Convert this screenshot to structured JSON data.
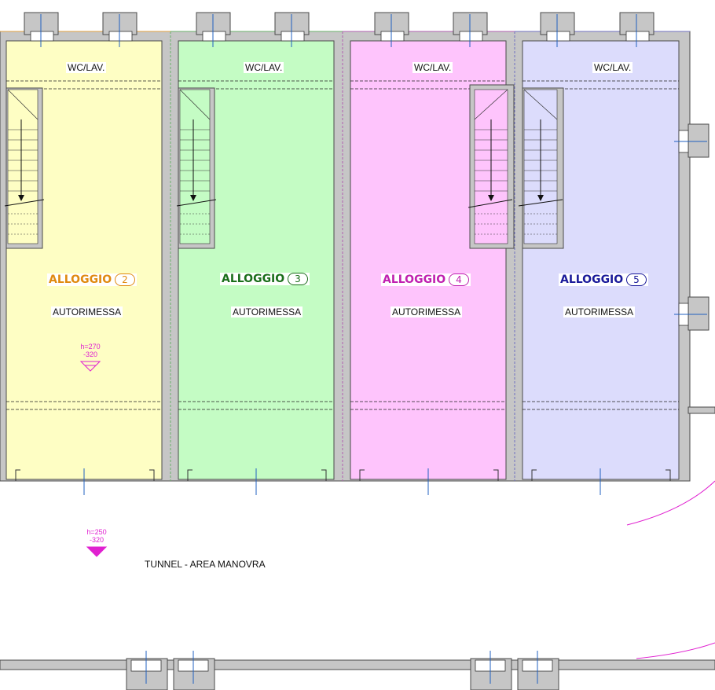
{
  "colors": {
    "wall": "#c6c6c6",
    "wall_edge": "#4a4a4a",
    "unit_fills": [
      "#fefec4",
      "#c4fcc4",
      "#fec4fc",
      "#dcdcfc"
    ],
    "unit_title_colors": [
      "#e08a10",
      "#1a6e1a",
      "#c020b0",
      "#1a1a9a"
    ],
    "level_marker": "#e020d0"
  },
  "units": [
    {
      "title": "ALLOGGIO",
      "number": "2",
      "wc_label": "WC/LAV.",
      "room_label": "AUTORIMESSA"
    },
    {
      "title": "ALLOGGIO",
      "number": "3",
      "wc_label": "WC/LAV.",
      "room_label": "AUTORIMESSA"
    },
    {
      "title": "ALLOGGIO",
      "number": "4",
      "wc_label": "WC/LAV.",
      "room_label": "AUTORIMESSA"
    },
    {
      "title": "ALLOGGIO",
      "number": "5",
      "wc_label": "WC/LAV.",
      "room_label": "AUTORIMESSA"
    }
  ],
  "level_markers": [
    {
      "height": "h=270",
      "elevation": "-320"
    },
    {
      "height": "h=250",
      "elevation": "-320"
    }
  ],
  "tunnel_label": "TUNNEL - AREA MANOVRA"
}
